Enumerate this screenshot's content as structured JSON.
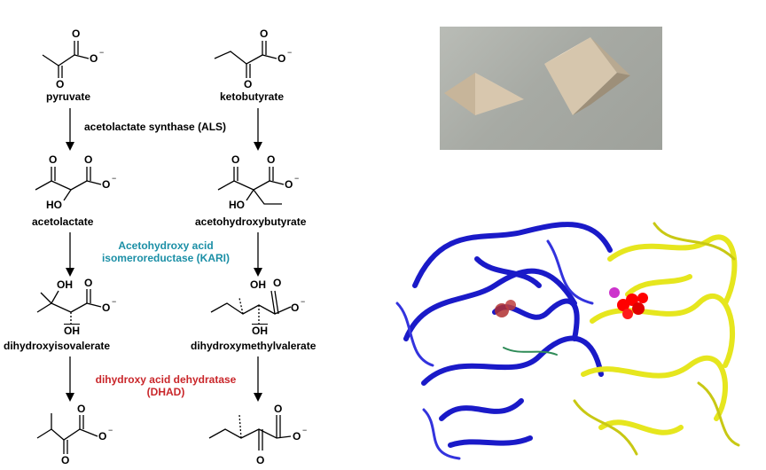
{
  "pathway": {
    "compounds": {
      "pyruvate": "pyruvate",
      "ketobutyrate": "ketobutyrate",
      "acetolactate": "acetolactate",
      "acetohydroxybutyrate": "acetohydroxybutyrate",
      "dihydroxyisovalerate": "dihydroxyisovalerate",
      "dihydroxymethylvalerate": "dihydroxymethylvalerate"
    },
    "enzymes": {
      "als": "acetolactate synthase (ALS)",
      "kari_line1": "Acetohydroxy acid",
      "kari_line2": "isomeroreductase (KARI)",
      "dhad_line1": "dihydroxy acid dehydratase",
      "dhad_line2": "(DHAD)"
    },
    "atoms": {
      "O": "O",
      "O_minus": "O",
      "minus": "−",
      "HO": "HO",
      "OH": "OH",
      "OH_bar": "OH"
    }
  },
  "colors": {
    "kari": "#1b8fa6",
    "dhad": "#c9262a",
    "protein_chain_a": "#1a1ac8",
    "protein_chain_b": "#e6e61e",
    "ligand": "#ff0000",
    "ligand2": "#cc33cc"
  }
}
